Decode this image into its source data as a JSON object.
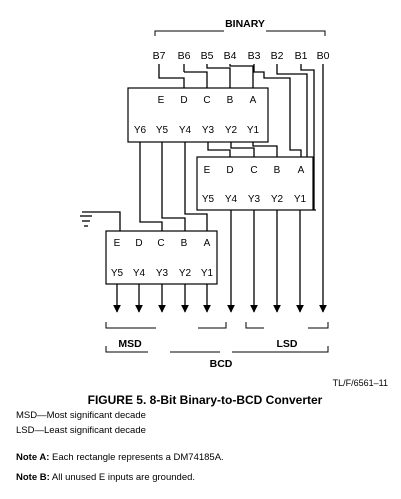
{
  "diagram": {
    "binary_label": "BINARY",
    "bits": [
      "B7",
      "B6",
      "B5",
      "B4",
      "B3",
      "B2",
      "B1",
      "B0"
    ],
    "chip1": {
      "inputs": [
        "E",
        "D",
        "C",
        "B",
        "A"
      ],
      "outputs": [
        "Y6",
        "Y5",
        "Y4",
        "Y3",
        "Y2",
        "Y1"
      ]
    },
    "chip2": {
      "inputs": [
        "E",
        "D",
        "C",
        "B",
        "A"
      ],
      "outputs": [
        "Y5",
        "Y4",
        "Y3",
        "Y2",
        "Y1"
      ]
    },
    "chip3": {
      "inputs": [
        "E",
        "D",
        "C",
        "B",
        "A"
      ],
      "outputs": [
        "Y5",
        "Y4",
        "Y3",
        "Y2",
        "Y1"
      ]
    },
    "msd_label": "MSD",
    "lsd_label": "LSD",
    "bcd_label": "BCD",
    "ref_code": "TL/F/6561–11"
  },
  "caption": "FIGURE 5. 8-Bit Binary-to-BCD Converter",
  "legend": {
    "msd": "MSD—Most significant decade",
    "lsd": "LSD—Least significant decade"
  },
  "notes": {
    "a_label": "Note A:",
    "a_text": " Each rectangle represents a DM74185A.",
    "b_label": "Note B:",
    "b_text": " All unused E inputs are grounded."
  }
}
